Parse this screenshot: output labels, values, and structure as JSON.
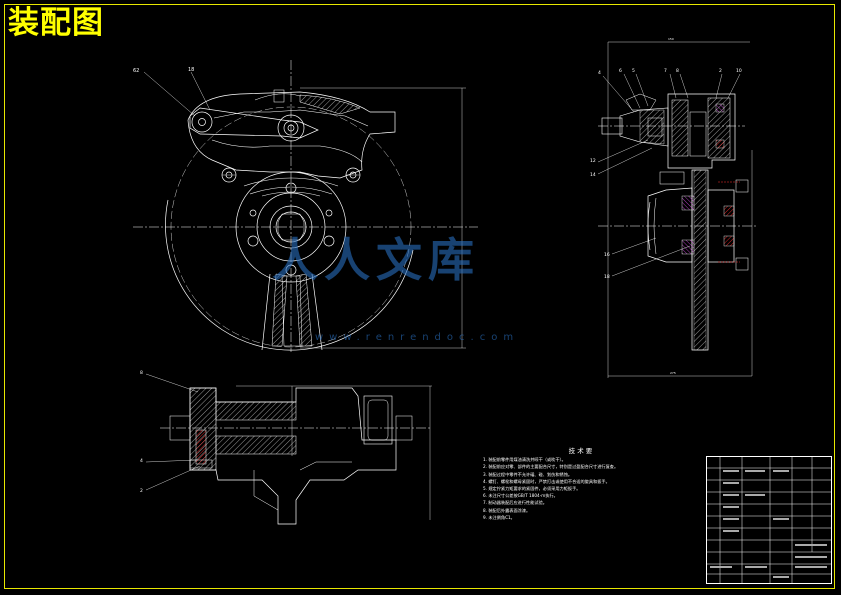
{
  "drawing": {
    "title": "装配图"
  },
  "watermark": {
    "brand": "人人文库",
    "url": "www.renrendoc.com"
  },
  "technical_requirements": {
    "heading": "技 术 要",
    "items": [
      "1. 装配前零件用煤油清洗并晾干（或吹干）。",
      "2. 装配前应对零、部件的主要配合尺寸，特别是过盈配合尺寸进行复查。",
      "3. 装配过程中零件不允许磕、碰、划伤和锈蚀。",
      "4. 螺钉、螺栓和螺母紧固时，严禁打击或使用不合适的旋具和扳手。",
      "5. 规定拧紧力矩要求的紧固件，必须采用力矩扳手。",
      "6. 未注尺寸公差按GB/T 1804-m执行。",
      "7. 制动器装配后应进行性能试验。",
      "8. 装配后外露表面涂漆。",
      "9. 未注倒角C1。"
    ]
  },
  "colors": {
    "background": "#000000",
    "line": "#ffffff",
    "frame": "#e8e800",
    "title": "#ffff00",
    "hatch_red": "#ff3030",
    "hatch_magenta": "#d04adf",
    "watermark": "#2a6ebf"
  }
}
